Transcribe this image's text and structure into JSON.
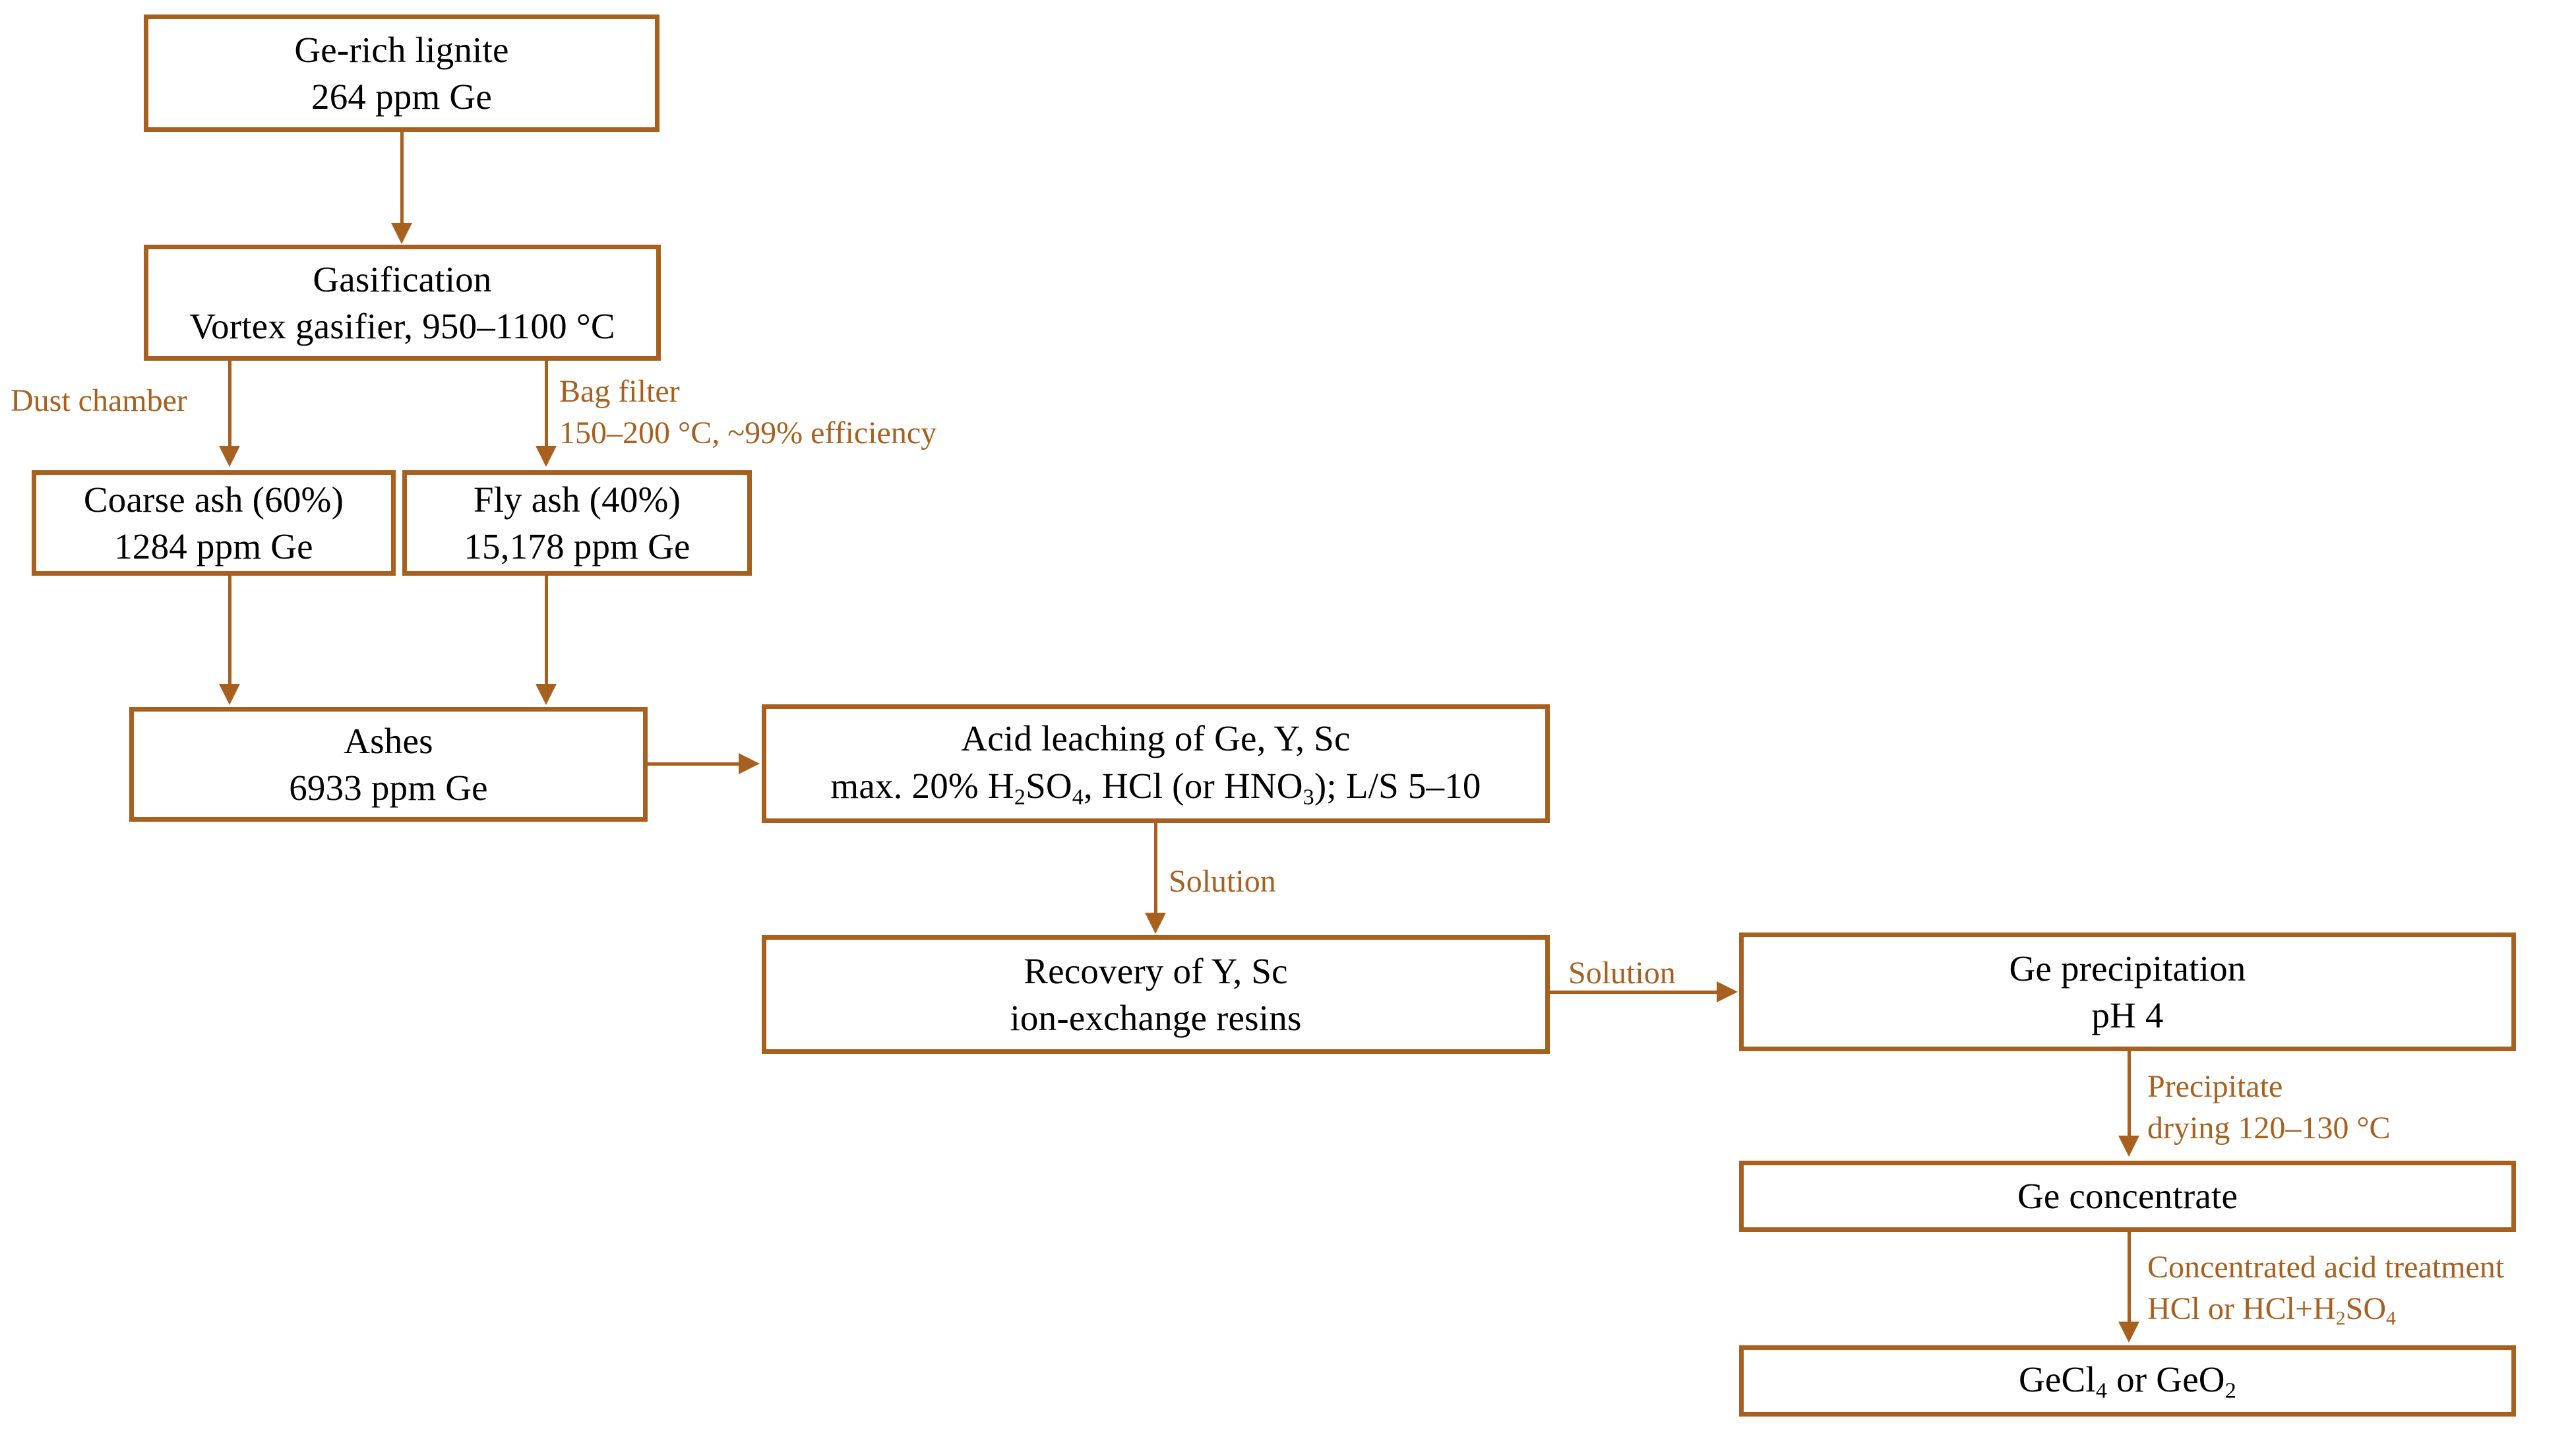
{
  "diagram": {
    "title": "Germanium recovery flowsheet from Ge-rich lignite",
    "accent_color": "#a8601f",
    "text_color": "#000000",
    "background": "#ffffff"
  },
  "nodes": {
    "lignite": {
      "line1": "Ge-rich lignite",
      "line2": "264 ppm Ge"
    },
    "gasification": {
      "line1": "Gasification",
      "line2": "Vortex gasifier, 950–1100 °C"
    },
    "coarse_ash": {
      "line1": "Coarse ash (60%)",
      "line2": "1284 ppm Ge"
    },
    "fly_ash": {
      "line1": "Fly ash (40%)",
      "line2": "15,178 ppm Ge"
    },
    "ashes": {
      "line1": "Ashes",
      "line2": "6933 ppm Ge"
    },
    "leaching": {
      "line1": "Acid leaching of Ge, Y, Sc",
      "line2_html": "max. 20% H<sub>2</sub>SO<sub>4</sub>, HCl (or HNO<sub>3</sub>); L/S 5–10"
    },
    "recovery": {
      "line1": "Recovery of Y, Sc",
      "line2": "ion-exchange resins"
    },
    "precipitation": {
      "line1": "Ge precipitation",
      "line2": "pH 4"
    },
    "concentrate": {
      "line1": "Ge  concentrate"
    },
    "product": {
      "line1_html": "GeCl<sub>4</sub> or GeO<sub>2</sub>"
    }
  },
  "edge_labels": {
    "dust_chamber": {
      "line1": "Dust chamber"
    },
    "bag_filter": {
      "line1": "Bag filter",
      "line2": "150–200 °C, ~99% efficiency"
    },
    "solution_1": {
      "line1": "Solution"
    },
    "solution_2": {
      "line1": "Solution"
    },
    "precipitate": {
      "line1": "Precipitate",
      "line2": "drying 120–130 °C"
    },
    "acid_treat": {
      "line1": "Concentrated acid treatment",
      "line2_html": "HCl or HCl+H<sub>2</sub>SO<sub>4</sub>"
    }
  }
}
